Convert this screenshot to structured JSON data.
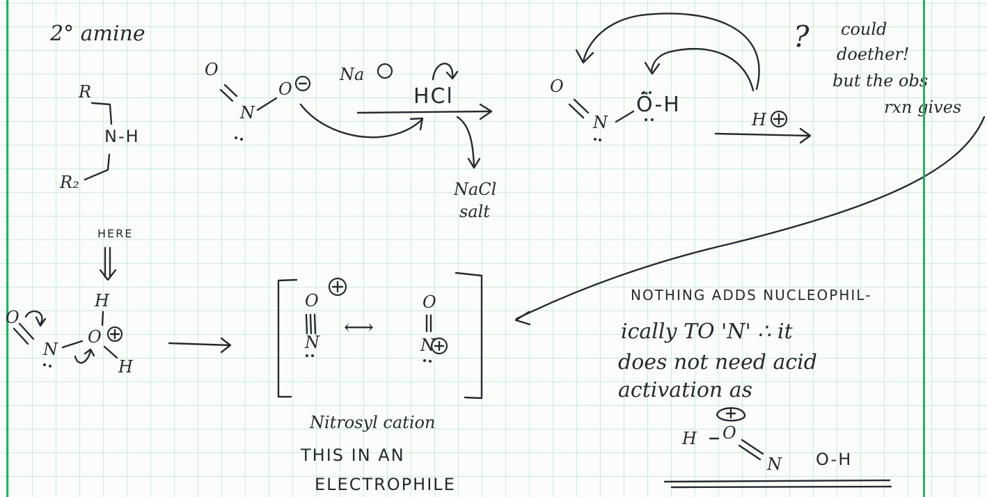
{
  "labels": {
    "amine_title": "2° amine",
    "R1": "R",
    "NH": "N-H",
    "R2": "R₂",
    "O_top": "O",
    "N_left": "N",
    "Na": "Na",
    "HCl": "HCl",
    "NaCl": "NaCl",
    "salt": "salt",
    "O_mid": "O",
    "N_mid": "N",
    "OH": "Ö-H",
    "H_plus": "H",
    "question": "?",
    "note1": "could",
    "note2": "doether!",
    "note3": "but the obs",
    "note4": "rxn gives",
    "here": "HERE",
    "here_arrow": "⇓",
    "H_top": "H",
    "O_bl": "O",
    "N_bl": "N",
    "O_bl2": "O",
    "H_bl": "H",
    "res_O1": "O",
    "res_N1": "N",
    "res_O2": "O",
    "res_N2": "N",
    "resonance_arrow": "⟷",
    "nitrosyl": "Nitrosyl cation",
    "this_in": "THIS IN AN",
    "electrophile": "ELECTROPHILE",
    "nothing1": "NOTHING ADDS NUCLEOPHIL-",
    "nothing2": "ically TO 'N' ∴ it",
    "nothing3": "does not need acid",
    "nothing4": "activation as",
    "bottom_H": "H",
    "bottom_O": "O",
    "bottom_N": "N",
    "bottom_OH": "O-H"
  },
  "colors": {
    "ink": "#262a2e",
    "margin_line": "#22b261",
    "grid": "#a8dcbc",
    "paper": "#fafdfa"
  }
}
